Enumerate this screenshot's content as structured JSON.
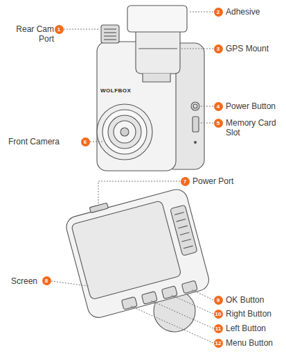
{
  "diagram": {
    "labels": [
      "Rear Cam Port",
      "1",
      "2",
      "Adhesive",
      "3",
      "GPS Mount",
      "WOLFBOX",
      "4",
      "Power Button",
      "5",
      "Memory Card Slot",
      "Front Camera",
      "6",
      "7",
      "Power Port",
      "Screen",
      "8",
      "9",
      "OK Button",
      "10",
      "Right Button",
      "11",
      "Left Button",
      "12",
      "Menu Button"
    ]
  }
}
